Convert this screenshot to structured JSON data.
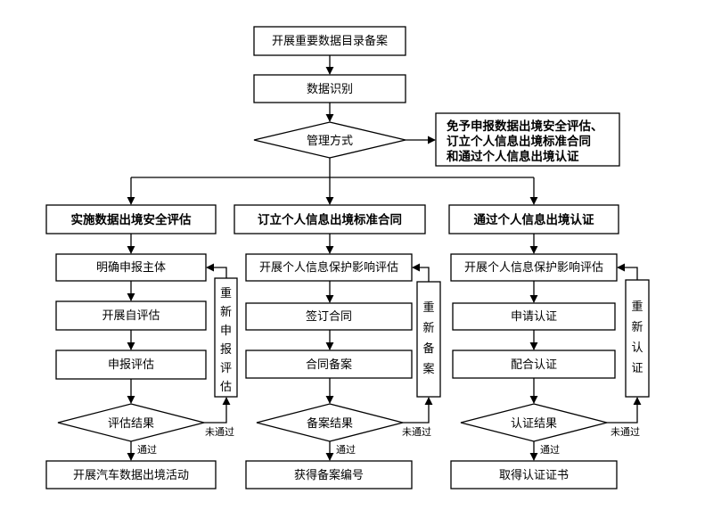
{
  "top": {
    "step1": "开展重要数据目录备案",
    "step2": "数据识别",
    "decision": "管理方式",
    "exempt_lines": [
      "免予申报数据出境安全评估、",
      "订立个人信息出境标准合同",
      "和通过个人信息出境认证"
    ]
  },
  "columns": [
    {
      "header": "实施数据出境安全评估",
      "steps": [
        "明确申报主体",
        "开展自评估",
        "申报评估"
      ],
      "decision": "评估结果",
      "final": "开展汽车数据出境活动",
      "loop_chars": [
        "重",
        "新",
        "申",
        "报",
        "评",
        "估"
      ]
    },
    {
      "header": "订立个人信息出境标准合同",
      "steps": [
        "开展个人信息保护影响评估",
        "签订合同",
        "合同备案"
      ],
      "decision": "备案结果",
      "final": "获得备案编号",
      "loop_chars": [
        "重",
        "新",
        "备",
        "案"
      ]
    },
    {
      "header": "通过个人信息出境认证",
      "steps": [
        "开展个人信息保护影响评估",
        "申请认证",
        "配合认证"
      ],
      "decision": "认证结果",
      "final": "取得认证证书",
      "loop_chars": [
        "重",
        "新",
        "认",
        "证"
      ]
    }
  ],
  "labels": {
    "pass": "通过",
    "fail": "未通过"
  }
}
